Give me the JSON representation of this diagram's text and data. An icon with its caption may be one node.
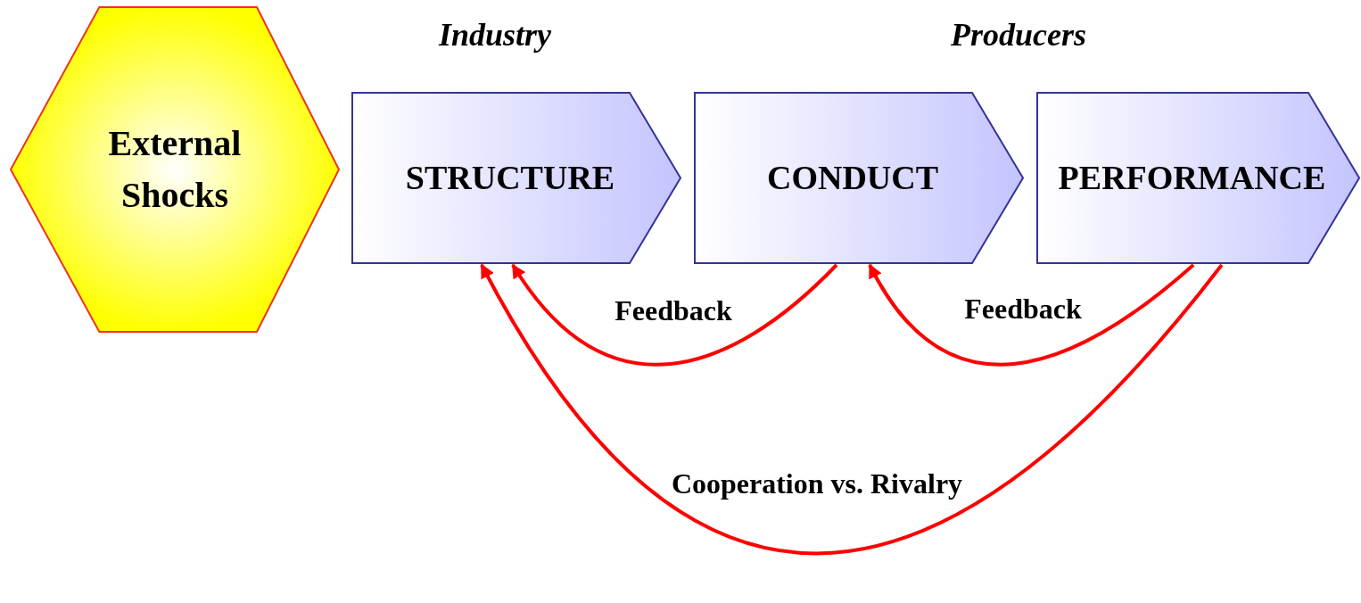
{
  "diagram": {
    "nodes": [
      {
        "text": [
          "External Shocks"
        ]
      },
      {
        "text": [
          "STRUCTURE"
        ]
      },
      {
        "text": [
          "CONDUCT"
        ]
      },
      {
        "text": [
          "PERFORMANCE"
        ]
      }
    ],
    "edges": [
      {
        "from": 2,
        "to": 1,
        "arrow": "to",
        "label": "Feedback",
        "color": "#ff0000"
      },
      {
        "from": 3,
        "to": 2,
        "arrow": "to",
        "label": "Feedback",
        "color": "#ff0000"
      },
      {
        "from": 3,
        "to": 1,
        "arrow": "to",
        "label": "Cooperation vs. Rivalry",
        "color": "#ff0000"
      }
    ],
    "labels": [
      "Industry",
      "Producers"
    ]
  }
}
